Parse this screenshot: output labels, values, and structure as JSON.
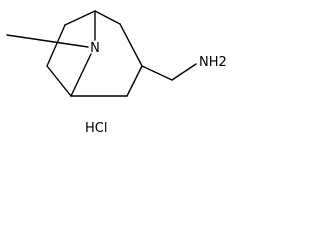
{
  "labels": {
    "ring_nitrogen": "N",
    "amine": "NH2",
    "salt": "HCl"
  }
}
